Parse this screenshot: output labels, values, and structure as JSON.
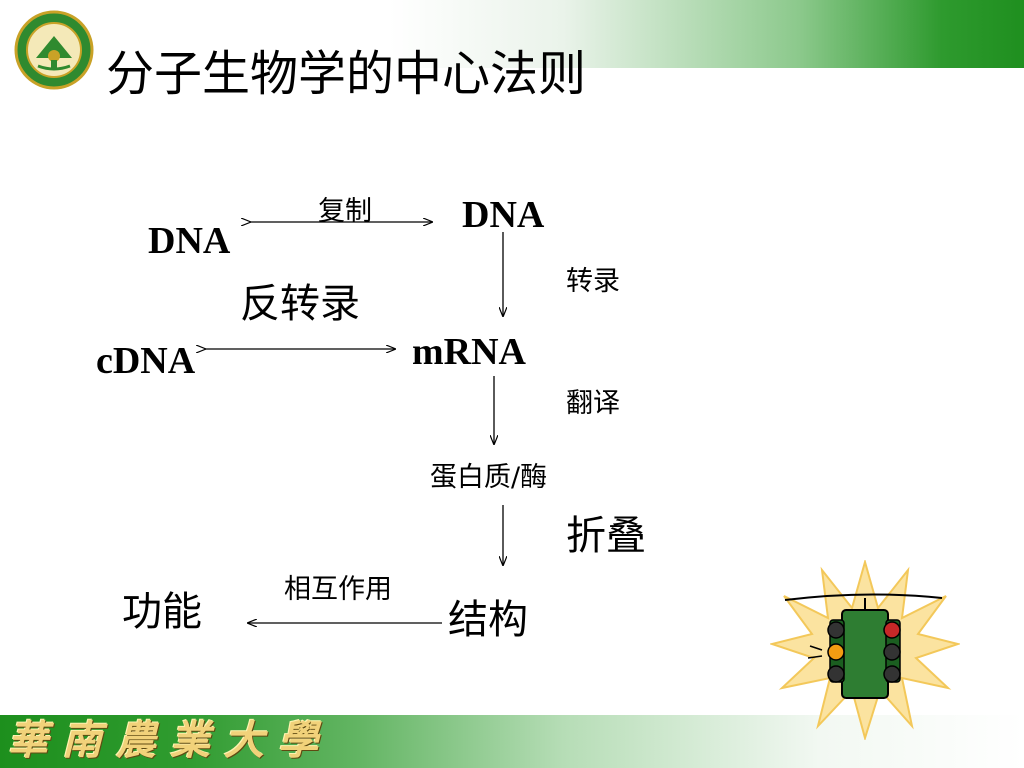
{
  "title": "分子生物学的中心法则",
  "school_name": "華南農業大學",
  "diagram": {
    "nodes": {
      "dna_left": "DNA",
      "dna_right": "DNA",
      "mrna": "mRNA",
      "cdna": "cDNA",
      "protein": "蛋白质/酶",
      "function": "功能",
      "structure": "结构"
    },
    "edges": {
      "replication": "复制",
      "transcription": "转录",
      "reverse_transcription": "反转录",
      "translation": "翻译",
      "folding": "折叠",
      "interaction": "相互作用"
    }
  },
  "colors": {
    "brand_green": "#1f8f1f",
    "logo_gold": "#c9a227",
    "traffic_light_body": "#2e7d32"
  }
}
